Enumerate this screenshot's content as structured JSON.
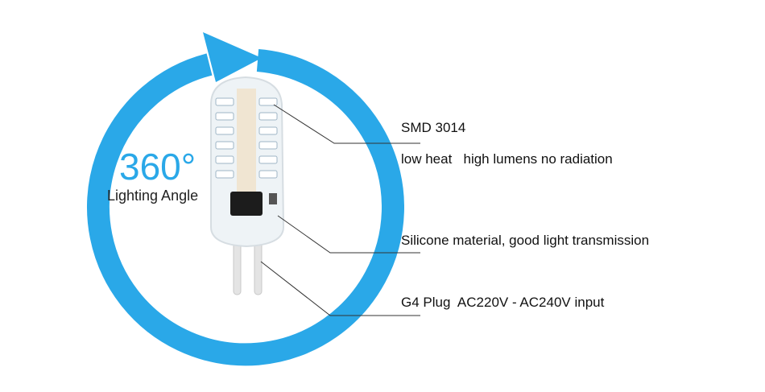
{
  "colors": {
    "ring": "#2aa8e8",
    "leader_line": "#333333",
    "silicone": "#eef3f6",
    "led_chip": "#ffffff",
    "pin": "#e6e6e6"
  },
  "angle": {
    "value": "360°",
    "label": "Lighting Angle"
  },
  "callouts": {
    "led_type": "SMD 3014",
    "led_benefits": "low heat   high lumens no radiation",
    "material": "Silicone material, good light transmission",
    "plug": "G4 Plug  AC220V - AC240V input"
  },
  "icons": {
    "ring": "circular-arrow-icon",
    "bulb": "g4-led-bulb-icon"
  }
}
